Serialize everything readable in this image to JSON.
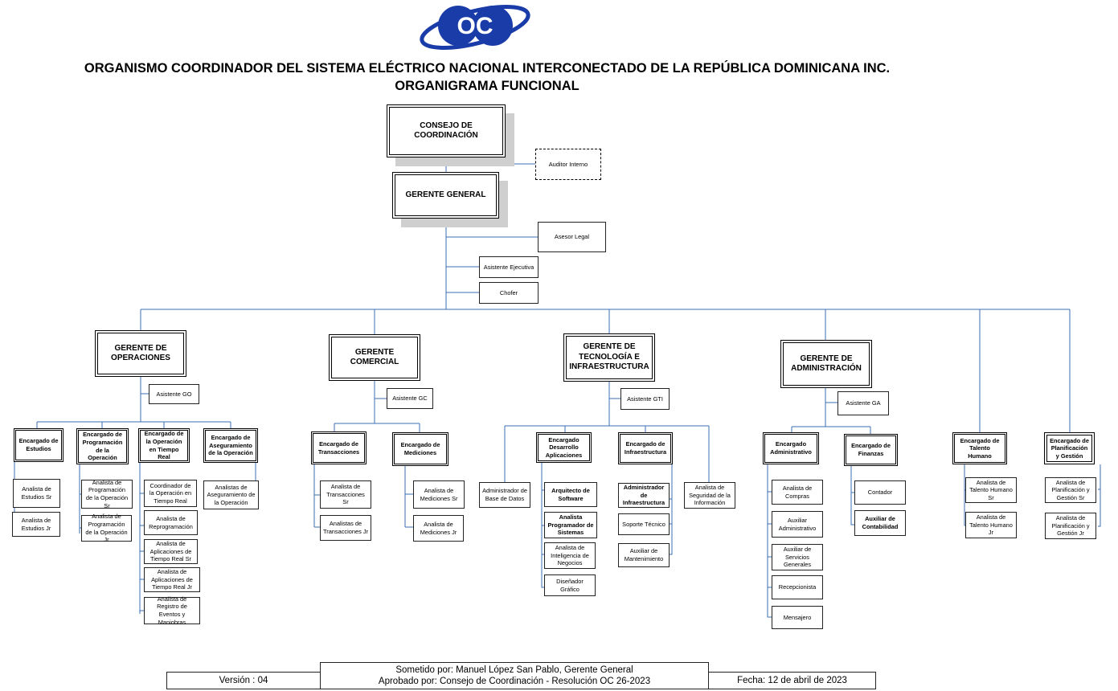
{
  "header": {
    "title_line1": "ORGANISMO COORDINADOR DEL SISTEMA ELÉCTRICO NACIONAL INTERCONECTADO DE LA REPÚBLICA DOMINICANA INC.",
    "title_line2": "ORGANIGRAMA FUNCIONAL",
    "logo_icon": "oc-logo-icon",
    "logo_text": "OC"
  },
  "top": {
    "consejo": "CONSEJO DE COORDINACIÓN",
    "auditor": "Auditor Interno",
    "gerente_general": "GERENTE GENERAL",
    "asesor": "Asesor Legal",
    "asistente_ejecutiva": "Asistente Ejecutiva",
    "chofer": "Chofer"
  },
  "operaciones": {
    "head": "GERENTE DE OPERACIONES",
    "assistant": "Asistente GO",
    "units": [
      {
        "name": "Encargado de Estudios",
        "staff": [
          "Analista de Estudios Sr",
          "Analista de Estudios Jr"
        ]
      },
      {
        "name": "Encargado de Programación de la Operación",
        "staff": [
          "Analista de Programación de la Operación Sr",
          "Analista de Programación de la Operación Jr"
        ]
      },
      {
        "name": "Encargado de la Operación en Tiempo Real",
        "staff": [
          "Coordinador de la Operación en Tiempo Real",
          "Analista de Reprogramación",
          "Analista de Aplicaciones de Tiempo Real Sr",
          "Analista de Aplicaciones de Tiempo Real Jr",
          "Analista de Registro de Eventos y Maniobras"
        ]
      },
      {
        "name": "Encargado de Aseguramiento de la Operación",
        "staff": [
          "Analistas de Aseguramiento de la Operación"
        ]
      }
    ]
  },
  "comercial": {
    "head": "GERENTE COMERCIAL",
    "assistant": "Asistente GC",
    "units": [
      {
        "name": "Encargado de Transacciones",
        "staff": [
          "Analista de Transacciones Sr",
          "Analistas de Transacciones Jr"
        ]
      },
      {
        "name": "Encargado de Mediciones",
        "staff": [
          "Analista de Mediciones Sr",
          "Analista de Mediciones Jr"
        ]
      }
    ]
  },
  "tecnologia": {
    "head": "GERENTE DE TECNOLOGÍA E INFRAESTRUCTURA",
    "assistant": "Asistente GTI",
    "dba": "Administrador de Base de Datos",
    "security": "Analista de Seguridad de la Información",
    "units": [
      {
        "name": "Encargado Desarrollo Aplicaciones",
        "staff": [
          "Arquitecto de Software",
          "Analista Programador de Sistemas",
          "Analista de Inteligencia de Negocios",
          "Diseñador Gráfico"
        ]
      },
      {
        "name": "Encargado de Infraestructura",
        "staff": [
          "Administrador de Infraestructura",
          "Soporte Técnico",
          "Auxiliar de Mantenimiento"
        ]
      }
    ]
  },
  "administracion": {
    "head": "GERENTE DE ADMINISTRACIÓN",
    "assistant": "Asistente GA",
    "units": [
      {
        "name": "Encargado Administrativo",
        "staff": [
          "Analista de Compras",
          "Auxiliar Administrativo",
          "Auxiliar de Servicios Generales",
          "Recepcionista",
          "Mensajero"
        ]
      },
      {
        "name": "Encargado de Finanzas",
        "staff": [
          "Contador",
          "Auxiliar de Contabilidad"
        ]
      }
    ]
  },
  "talento": {
    "name": "Encargado de Talento Humano",
    "staff": [
      "Analista de Talento Humano Sr",
      "Analista de Talento Humano Jr"
    ]
  },
  "planificacion": {
    "name": "Encargado de Planificación y Gestión",
    "staff": [
      "Analista de Planificación y Gestión Sr",
      "Analista de Planificación y Gestión Jr"
    ]
  },
  "footer": {
    "version": "Versión : 04",
    "sometido": "Sometido por: Manuel López San Pablo, Gerente General",
    "aprobado": "Aprobado por: Consejo de Coordinación - Resolución OC 26-2023",
    "fecha": "Fecha: 12 de abril de 2023"
  },
  "colors": {
    "connector": "#3b6fb6",
    "shadow": "#cfcfcf",
    "logo_blue": "#1a3ca8"
  }
}
